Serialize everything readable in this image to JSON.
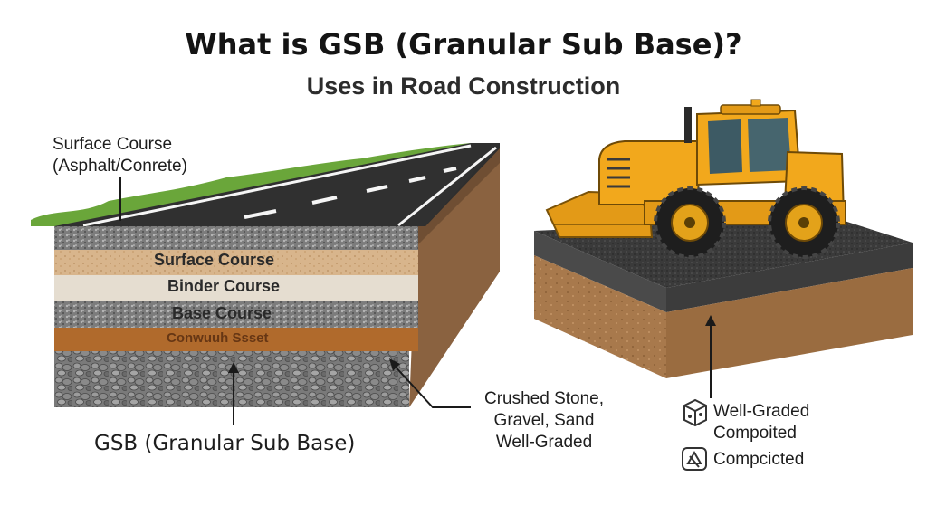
{
  "header": {
    "title": "What is GSB (Granular Sub Base)?",
    "subtitle": "Uses in Road Construction"
  },
  "road_section": {
    "callout_top": {
      "line1": "Surface Course",
      "line2": "(Asphalt/Conrete)"
    },
    "layers": [
      {
        "label": "Surface Course",
        "color": "#d8b58c"
      },
      {
        "label": "Binder Course",
        "color": "#e5ddd0"
      },
      {
        "label": "Base Course",
        "color": "#9a9a9a"
      },
      {
        "label": "Conwuuh Ssset",
        "color": "#b06a2c"
      }
    ],
    "callout_bottom": "GSB (Granular Sub Base)",
    "callout_material": {
      "line1": "Crushed Stone,",
      "line2": "Gravel, Sand",
      "line3": "Well-Graded"
    }
  },
  "compaction_section": {
    "features": [
      {
        "icon": "cube-icon",
        "line1": "Well-Graded",
        "line2": "Compoited"
      },
      {
        "icon": "compaction-icon",
        "line1": "Compcicted"
      }
    ]
  },
  "colors": {
    "asphalt": "#2d2d2d",
    "grass": "#6aa63a",
    "soil": "#a8794c",
    "gravel": "#6e6e6e",
    "loader_body": "#f2a81c",
    "tire": "#1e1e1e"
  }
}
